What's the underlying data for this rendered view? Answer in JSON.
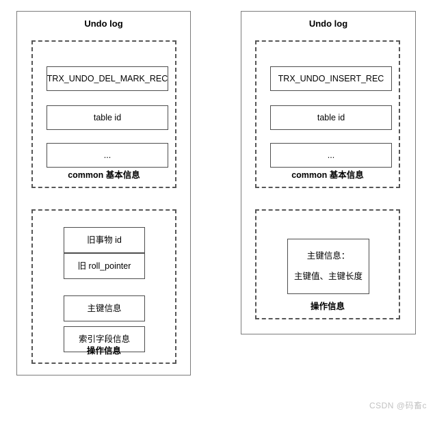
{
  "watermark": "CSDN @码畜c",
  "panels": [
    {
      "id": "left",
      "title": "Undo log",
      "groups": [
        {
          "id": "left-common",
          "label": "common 基本信息",
          "fields": [
            {
              "text": "TRX_UNDO_DEL_MARK_REC"
            },
            {
              "text": "table id"
            },
            {
              "text": "..."
            }
          ]
        },
        {
          "id": "left-op",
          "label": "操作信息",
          "fields": [
            {
              "text": "旧事物 id"
            },
            {
              "text": "旧 roll_pointer"
            },
            {
              "text": "主键信息"
            },
            {
              "text": "索引字段信息"
            }
          ]
        }
      ]
    },
    {
      "id": "right",
      "title": "Undo log",
      "groups": [
        {
          "id": "right-common",
          "label": "common 基本信息",
          "fields": [
            {
              "text": "TRX_UNDO_INSERT_REC"
            },
            {
              "text": "table id"
            },
            {
              "text": "..."
            }
          ]
        },
        {
          "id": "right-op",
          "label": "操作信息",
          "fields": [
            {
              "line1": "主键信息：",
              "line2": "主键值、主键长度"
            }
          ]
        }
      ]
    }
  ]
}
